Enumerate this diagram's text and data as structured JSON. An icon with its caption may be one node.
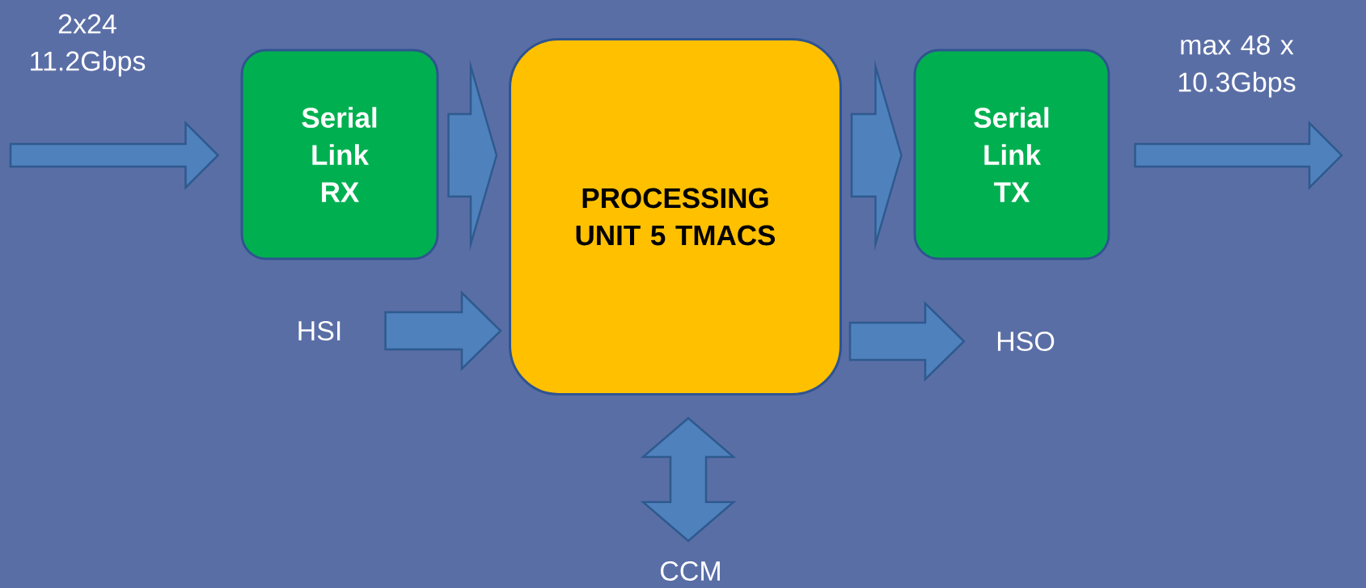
{
  "diagram": {
    "nodes": [
      {
        "text": [
          "Serial Link RX"
        ]
      },
      {
        "text": [
          "PROCESSING UNIT 5 TMACS"
        ]
      },
      {
        "text": [
          "Serial Link TX"
        ]
      },
      {
        "text": [
          "HSI"
        ]
      },
      {
        "text": [
          "HSO"
        ]
      },
      {
        "text": [
          "CCM"
        ]
      }
    ],
    "edges": [
      {
        "from": null,
        "to": 0,
        "arrow": "to",
        "label": "2x24 11.2Gbps"
      },
      {
        "from": 0,
        "to": 1,
        "arrow": "to"
      },
      {
        "from": 1,
        "to": 2,
        "arrow": "to"
      },
      {
        "from": 2,
        "to": null,
        "arrow": "to",
        "label": "max 48 x 10.3Gbps"
      },
      {
        "from": 3,
        "to": 1,
        "arrow": "to"
      },
      {
        "from": 1,
        "to": 4,
        "arrow": "to"
      },
      {
        "from": 1,
        "to": 5,
        "arrow": "both"
      }
    ]
  }
}
